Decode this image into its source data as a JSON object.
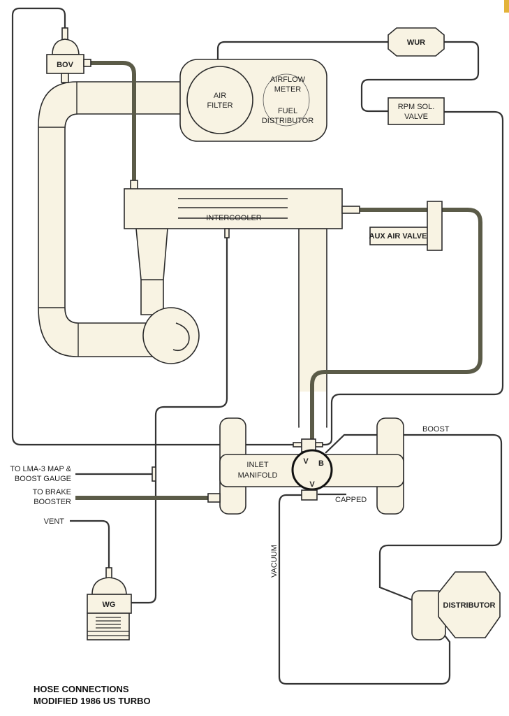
{
  "labels": {
    "bov": "BOV",
    "wur": "WUR",
    "air_filter_1": "AIR",
    "air_filter_2": "FILTER",
    "airflow_1": "AIRFLOW",
    "airflow_2": "METER",
    "fuel_1": "FUEL",
    "fuel_2": "DISTRIBUTOR",
    "rpm_1": "RPM SOL.",
    "rpm_2": "VALVE",
    "intercooler": "INTERCOOLER",
    "aux_air_valve": "AUX AIR VALVE",
    "inlet_1": "INLET",
    "inlet_2": "MANIFOLD",
    "v_top": "V",
    "b": "B",
    "v_bottom": "V",
    "boost": "BOOST",
    "capped": "CAPPED",
    "vacuum": "VACUUM",
    "lma_1": "TO LMA-3 MAP &",
    "lma_2": "BOOST GAUGE",
    "brake_1": "TO BRAKE",
    "brake_2": "BOOSTER",
    "vent": "VENT",
    "wg": "WG",
    "distributor": "DISTRIBUTOR"
  },
  "title": {
    "line1": "HOSE CONNECTIONS",
    "line2": "MODIFIED 1986 US TURBO"
  },
  "colors": {
    "component_fill": "#f8f3e3",
    "outline": "#2b2b2b",
    "thick_hose": "#5b5b48",
    "corner_accent": "#e3b33a"
  }
}
